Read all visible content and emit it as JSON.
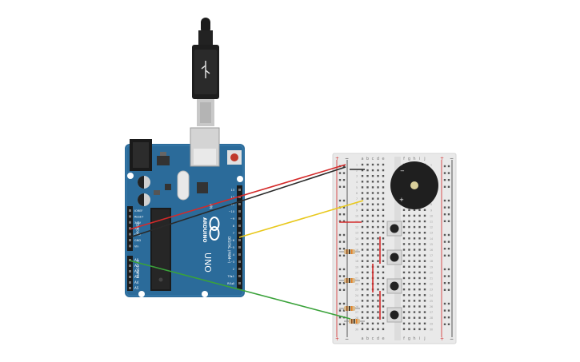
{
  "arduino": {
    "brand": "ARDUINO",
    "model": "UNO",
    "on_label": "ON",
    "aref_label": "AREF",
    "gnd_label": "GND",
    "tx_label": "TX",
    "rx_label": "RX",
    "digital_label": "DIGITAL (PWM~)",
    "power_label": "POWER",
    "analog_label": "ANALOG IN",
    "digital_pins": [
      "13",
      "12",
      "~11",
      "~10",
      "~9",
      "8",
      "7",
      "~6",
      "~5",
      "4",
      "~3",
      "2",
      "TX▸1",
      "RX◂0"
    ],
    "power_pins": [
      "IOREF",
      "RESET",
      "3.3V",
      "5V",
      "GND",
      "GND",
      "Vin"
    ],
    "analog_pins": [
      "A0",
      "A1",
      "A2",
      "A3",
      "A4",
      "A5"
    ]
  },
  "breadboard": {
    "col_letters_left": [
      "a",
      "b",
      "c",
      "d",
      "e"
    ],
    "col_letters_right": [
      "f",
      "g",
      "h",
      "i",
      "j"
    ],
    "rail_plus": "+",
    "rail_minus": "−",
    "row_numbers": [
      "1",
      "2",
      "3",
      "4",
      "5",
      "6",
      "7",
      "8",
      "9",
      "10",
      "11",
      "12",
      "13",
      "14",
      "15",
      "16",
      "17",
      "18",
      "19",
      "20",
      "21",
      "22",
      "23",
      "24",
      "25",
      "26",
      "27",
      "28",
      "29",
      "30"
    ]
  },
  "colors": {
    "board": "#2b6b9a",
    "board_dark": "#1e4f75",
    "wire_red": "#d42a2a",
    "wire_black": "#2a2a2a",
    "wire_yellow": "#e8c81c",
    "wire_green": "#3aa23a",
    "breadboard": "#ececec",
    "buzzer": "#1f1f1f"
  }
}
